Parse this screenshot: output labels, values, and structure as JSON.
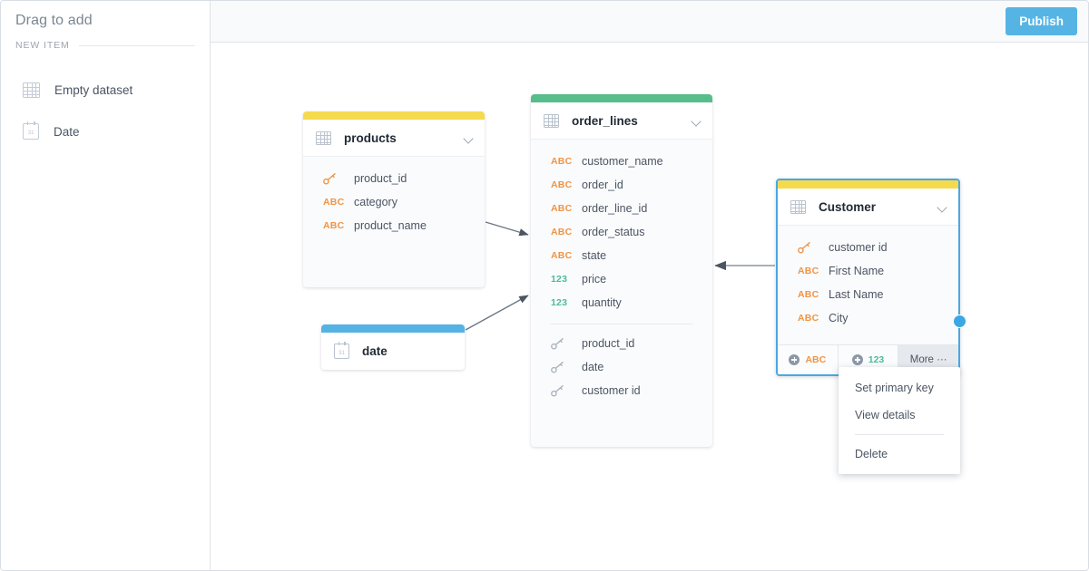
{
  "sidebar": {
    "title": "Drag to add",
    "section_label": "NEW ITEM",
    "items": [
      {
        "label": "Empty dataset",
        "icon": "grid-icon"
      },
      {
        "label": "Date",
        "icon": "calendar-icon"
      }
    ]
  },
  "topbar": {
    "publish_label": "Publish",
    "publish_color": "#56b4e5"
  },
  "canvas": {
    "nodes": [
      {
        "id": "products",
        "title": "products",
        "bar_color": "#f5da4e",
        "icon": "grid-icon",
        "chevron": "chevron-down-icon",
        "collapsed": false,
        "selected": false,
        "fields": [
          {
            "type": "key",
            "name": "product_id",
            "key_color": "#f09445"
          },
          {
            "type": "ABC",
            "name": "category"
          },
          {
            "type": "ABC",
            "name": "product_name"
          }
        ]
      },
      {
        "id": "order_lines",
        "title": "order_lines",
        "bar_color": "#57bd8a",
        "icon": "grid-icon",
        "chevron": "chevron-down-icon",
        "collapsed": false,
        "selected": false,
        "fields": [
          {
            "type": "ABC",
            "name": "customer_name"
          },
          {
            "type": "ABC",
            "name": "order_id"
          },
          {
            "type": "ABC",
            "name": "order_line_id"
          },
          {
            "type": "ABC",
            "name": "order_status"
          },
          {
            "type": "ABC",
            "name": "state"
          },
          {
            "type": "123",
            "name": "price"
          },
          {
            "type": "123",
            "name": "quantity"
          }
        ],
        "foreign_keys": [
          {
            "type": "key",
            "name": "product_id",
            "key_color": "#a9b3bf"
          },
          {
            "type": "key",
            "name": "date",
            "key_color": "#a9b3bf"
          },
          {
            "type": "key",
            "name": "customer id",
            "key_color": "#a9b3bf"
          }
        ]
      },
      {
        "id": "date",
        "title": "date",
        "bar_color": "#54b3e4",
        "icon": "calendar-icon",
        "collapsed": true,
        "selected": false,
        "fields": []
      },
      {
        "id": "customer",
        "title": "Customer",
        "bar_color": "#f5da4e",
        "icon": "grid-icon",
        "chevron": "chevron-down-icon",
        "collapsed": false,
        "selected": true,
        "selection_color": "#4aa8e0",
        "fields": [
          {
            "type": "key",
            "name": "customer id",
            "key_color": "#f09445"
          },
          {
            "type": "ABC",
            "name": "First Name"
          },
          {
            "type": "ABC",
            "name": "Last Name"
          },
          {
            "type": "ABC",
            "name": "City"
          }
        ],
        "footer": {
          "add_text_label": "ABC",
          "add_number_label": "123",
          "more_label": "More ···"
        }
      }
    ],
    "dropdown": {
      "items": [
        "Set primary key",
        "View details"
      ],
      "destructive_item": "Delete"
    },
    "type_colors": {
      "text": "#f09445",
      "number": "#4cbb9b"
    },
    "calendar_day": "31"
  }
}
